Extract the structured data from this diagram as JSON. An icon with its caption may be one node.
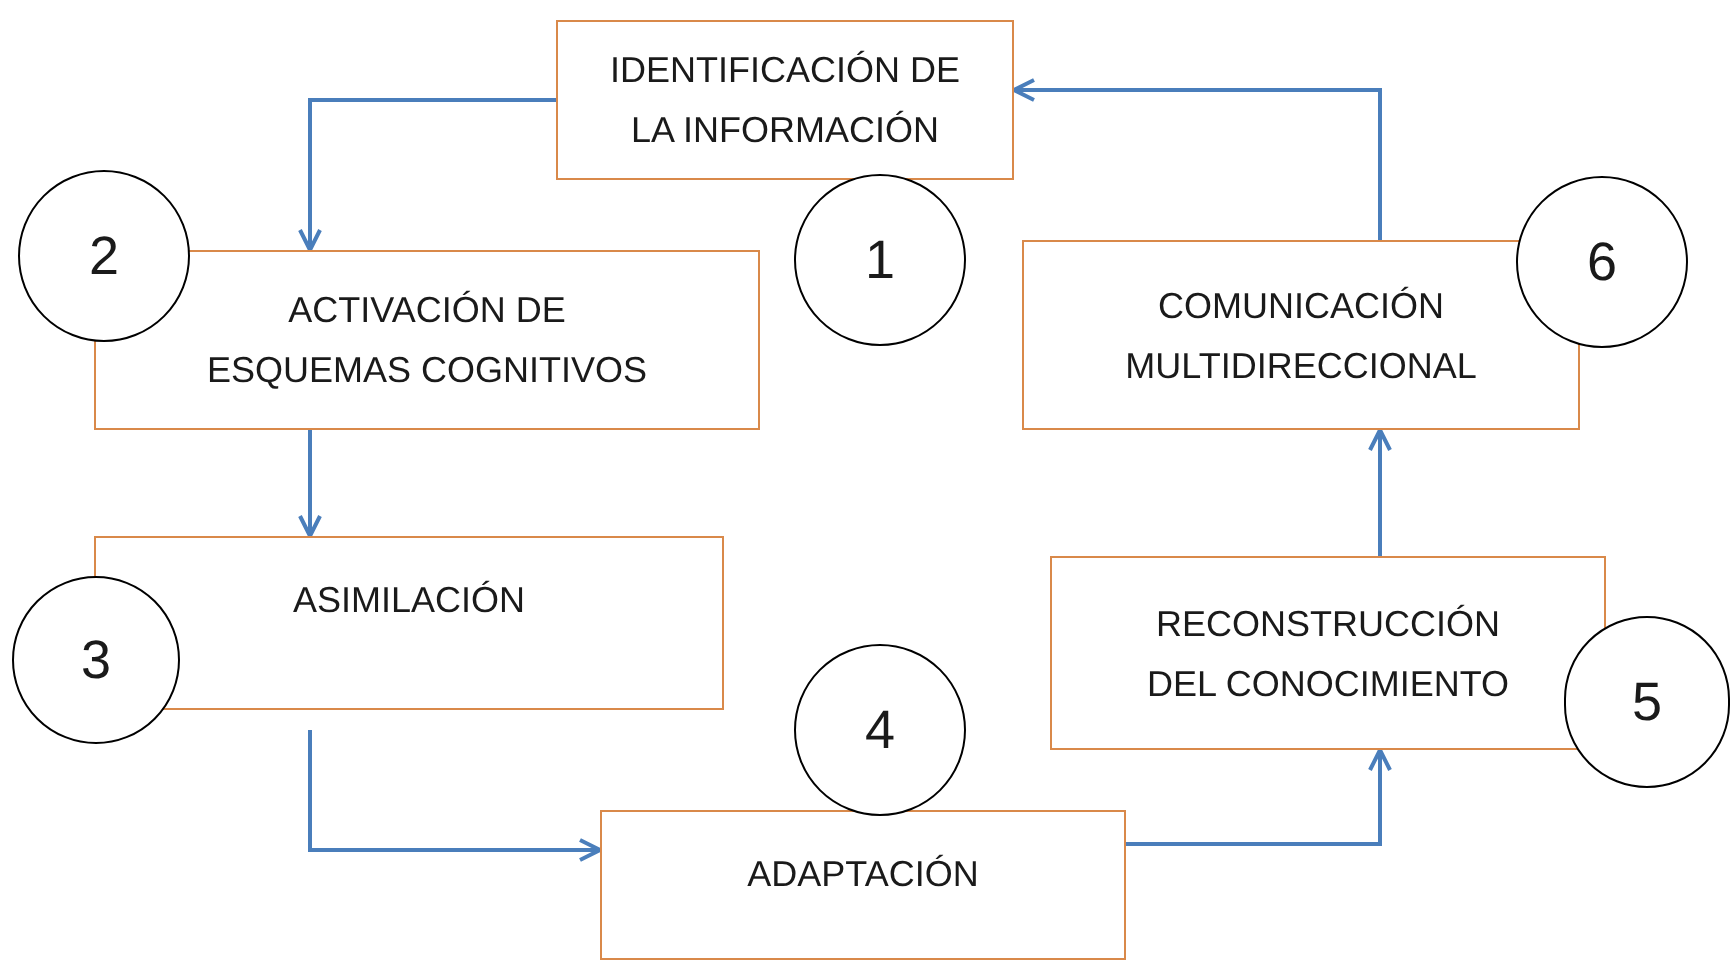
{
  "diagram": {
    "nodes": [
      {
        "text": [
          "IDENTIFICACIÓN DE LA INFORMACIÓN"
        ]
      },
      {
        "text": [
          "2"
        ]
      },
      {
        "text": [
          "ACTIVACIÓN DE ESQUEMAS COGNITIVOS"
        ]
      },
      {
        "text": [
          "1"
        ]
      },
      {
        "text": [
          "6"
        ]
      },
      {
        "text": [
          "COMUNICACIÓN MULTIDIRECCIONAL"
        ]
      },
      {
        "text": [
          "ASIMILACIÓN"
        ]
      },
      {
        "text": [
          "3"
        ]
      },
      {
        "text": [
          "4"
        ]
      },
      {
        "text": [
          "RECONSTRUCCIÓN DEL CONOCIMIENTO"
        ]
      },
      {
        "text": [
          "5"
        ]
      },
      {
        "text": [
          "ADAPTACIÓN"
        ]
      }
    ],
    "edges": [
      {
        "from": 0,
        "to": 2,
        "arrow": "to"
      },
      {
        "from": 2,
        "to": 6,
        "arrow": "to"
      },
      {
        "from": 6,
        "to": 11,
        "arrow": "to"
      },
      {
        "from": 11,
        "to": 9,
        "arrow": "to"
      },
      {
        "from": 9,
        "to": 5,
        "arrow": "to"
      },
      {
        "from": 5,
        "to": 0,
        "arrow": "to"
      }
    ]
  }
}
